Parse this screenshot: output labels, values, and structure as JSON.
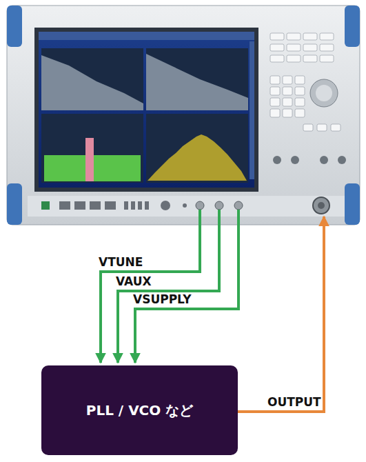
{
  "diagram": {
    "nodes": [
      {
        "text": [
          "PLL / VCO など"
        ]
      }
    ],
    "labels": [
      "VTUNE",
      "VAUX",
      "VSUPPLY",
      "OUTPUT"
    ]
  }
}
